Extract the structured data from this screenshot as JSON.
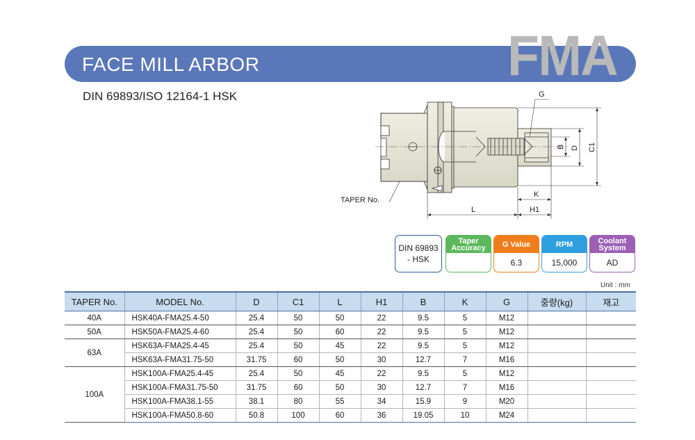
{
  "header": {
    "title": "FACE MILL ARBOR",
    "code": "FMA",
    "subtitle": "DIN 69893/ISO 12164-1 HSK"
  },
  "drawing_labels": {
    "taper": "TAPER No.",
    "g": "G",
    "b": "B",
    "d": "D",
    "c1": "C1",
    "k": "K",
    "l": "L",
    "h1": "H1"
  },
  "spec_boxes": {
    "din": {
      "line1": "DIN 69893",
      "line2": "- HSK"
    },
    "taper_accuracy": {
      "line1": "Taper",
      "line2": "Accuracy",
      "value": "",
      "color": "#5cb85c"
    },
    "g_value": {
      "label": "G Value",
      "value": "6.3",
      "color": "#f07d1c"
    },
    "rpm": {
      "label": "RPM",
      "value": "15,000",
      "color": "#2f9fe0"
    },
    "coolant": {
      "line1": "Coolant",
      "line2": "System",
      "value": "AD",
      "color": "#9c5fb5"
    }
  },
  "unit_note": "Unit : mm",
  "table": {
    "headers": [
      "TAPER No.",
      "MODEL No.",
      "D",
      "C1",
      "L",
      "H1",
      "B",
      "K",
      "G",
      "중량(kg)",
      "재고"
    ],
    "groups": [
      {
        "taper": "40A",
        "rows": [
          [
            "HSK40A-FMA25.4-50",
            "25.4",
            "50",
            "50",
            "22",
            "9.5",
            "5",
            "M12",
            "",
            ""
          ]
        ]
      },
      {
        "taper": "50A",
        "rows": [
          [
            "HSK50A-FMA25.4-60",
            "25.4",
            "50",
            "60",
            "22",
            "9.5",
            "5",
            "M12",
            "",
            ""
          ]
        ]
      },
      {
        "taper": "63A",
        "rows": [
          [
            "HSK63A-FMA25.4-45",
            "25.4",
            "50",
            "45",
            "22",
            "9.5",
            "5",
            "M12",
            "",
            ""
          ],
          [
            "HSK63A-FMA31.75-50",
            "31.75",
            "60",
            "50",
            "30",
            "12.7",
            "7",
            "M16",
            "",
            ""
          ]
        ]
      },
      {
        "taper": "100A",
        "rows": [
          [
            "HSK100A-FMA25.4-45",
            "25.4",
            "50",
            "45",
            "22",
            "9.5",
            "5",
            "M12",
            "",
            ""
          ],
          [
            "HSK100A-FMA31.75-50",
            "31.75",
            "60",
            "50",
            "30",
            "12.7",
            "7",
            "M16",
            "",
            ""
          ],
          [
            "HSK100A-FMA38.1-55",
            "38.1",
            "80",
            "55",
            "34",
            "15.9",
            "9",
            "M20",
            "",
            ""
          ],
          [
            "HSK100A-FMA50.8-60",
            "50.8",
            "100",
            "60",
            "36",
            "19.05",
            "10",
            "M24",
            "",
            ""
          ]
        ]
      }
    ]
  }
}
